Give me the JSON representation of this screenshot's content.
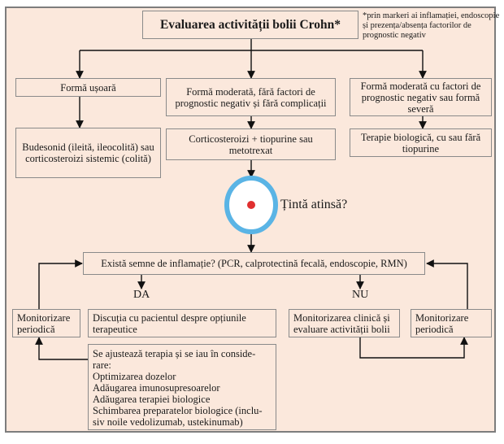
{
  "title": "Evaluarea activității bolii Crohn*",
  "footnote": "*prin markeri ai inflamației, endoscopie și prezența/absența factorilor de prognostic negativ",
  "branches": [
    {
      "form": "Formă ușoară",
      "therapy": "Budesonid (ileită, ileocolită) sau corticosteroizi sistemic (colită)"
    },
    {
      "form": "Formă moderată, fără factori de prognostic negativ și fără complicații",
      "therapy": "Corticosteroizi + tiopurine sau metotrexat"
    },
    {
      "form": "Formă moderată cu factori de prognostic negativ sau formă severă",
      "therapy": "Terapie biologică, cu sau fără tiopurine"
    }
  ],
  "target": {
    "label": "Țintă atinsă?",
    "ring_color": "#5ab4e5",
    "dot_color": "#e03030"
  },
  "inflammation_question": "Există semne de inflamație? (PCR, calprotectină fecală, endoscopie, RMN)",
  "yes_label": "DA",
  "no_label": "NU",
  "monitor_left": "Monitorizare periodică",
  "discussion": "Discuția cu pacientul despre opțiunile terapeutice",
  "clinical_monitoring": "Monitorizarea clinică și evaluare activității bolii",
  "monitor_right": "Monitorizare periodică",
  "adjust": {
    "intro": "Se ajustează terapia și se iau în conside-rare:",
    "items": [
      "Optimizarea dozelor",
      "Adăugarea imunosupresoarelor",
      "Adăugarea terapiei biologice",
      "Schimbarea preparatelor biologice (inclu-siv noile vedolizumab, ustekinumab)"
    ]
  },
  "colors": {
    "background": "#fbe8dc",
    "border": "#8a8a8a"
  }
}
